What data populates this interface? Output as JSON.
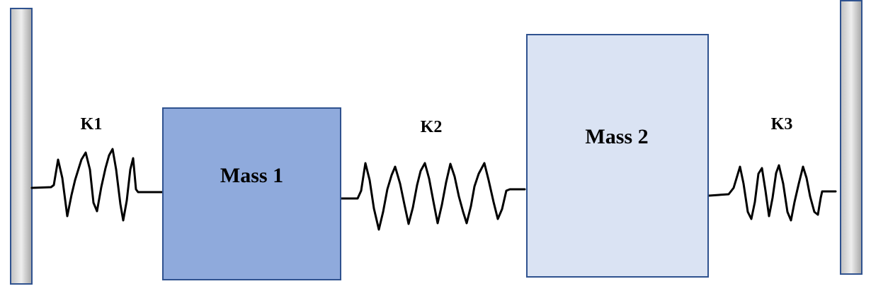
{
  "masses": [
    {
      "label": "Mass 1",
      "fill": "#8faadc",
      "stroke": "#2f528f"
    },
    {
      "label": "Mass 2",
      "fill": "#dae3f3",
      "stroke": "#2f528f"
    }
  ],
  "springs": [
    {
      "label": "K1"
    },
    {
      "label": "K2"
    },
    {
      "label": "K3"
    }
  ],
  "walls": {
    "fill_light": "#e7e6e6",
    "fill_dark": "#a5a5a5",
    "stroke": "#2f528f"
  }
}
